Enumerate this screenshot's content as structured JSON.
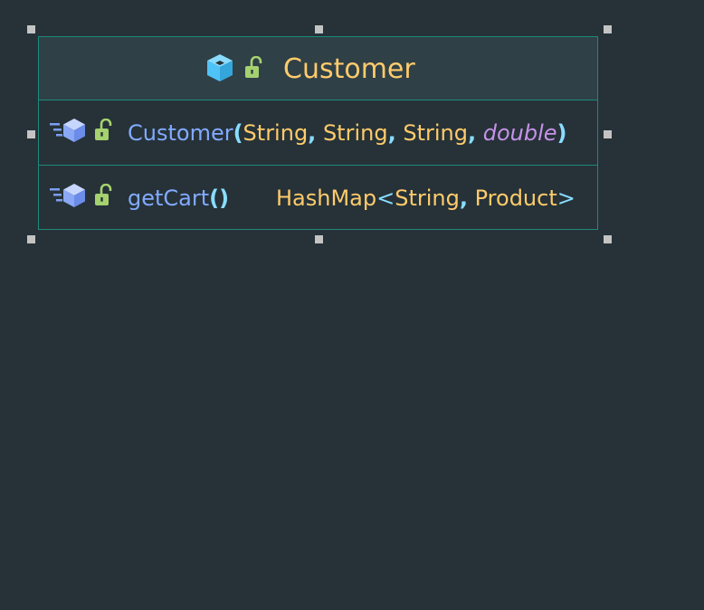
{
  "diagram": {
    "class": {
      "name": "Customer",
      "members": [
        {
          "kind": "constructor",
          "visibility": "public",
          "name": "Customer",
          "open_paren": "(",
          "close_paren": ")",
          "params": [
            "String",
            "String",
            "String",
            "double"
          ],
          "separator": ","
        },
        {
          "kind": "method",
          "visibility": "public",
          "name": "getCart",
          "parens": "()",
          "return_type": {
            "base": "HashMap",
            "open": "<",
            "args": [
              "String",
              "Product"
            ],
            "separator": ",",
            "close": ">"
          }
        }
      ]
    },
    "icons": {
      "class": "class-cube-icon",
      "visibility": "unlocked-padlock-icon",
      "member": "method-cube-icon"
    },
    "colors": {
      "background": "#263238",
      "header_background": "#2f4047",
      "border": "#1e8a7a",
      "class_name": "#ffcb6b",
      "member_name": "#82aaff",
      "type": "#ffcb6b",
      "punctuation": "#89ddff",
      "primitive": "#c792ea",
      "class_icon": "#4fc3f7",
      "lock_icon": "#a5d16f",
      "member_icon": "#7c9df2",
      "selection_handle": "#c4c4c4"
    }
  }
}
